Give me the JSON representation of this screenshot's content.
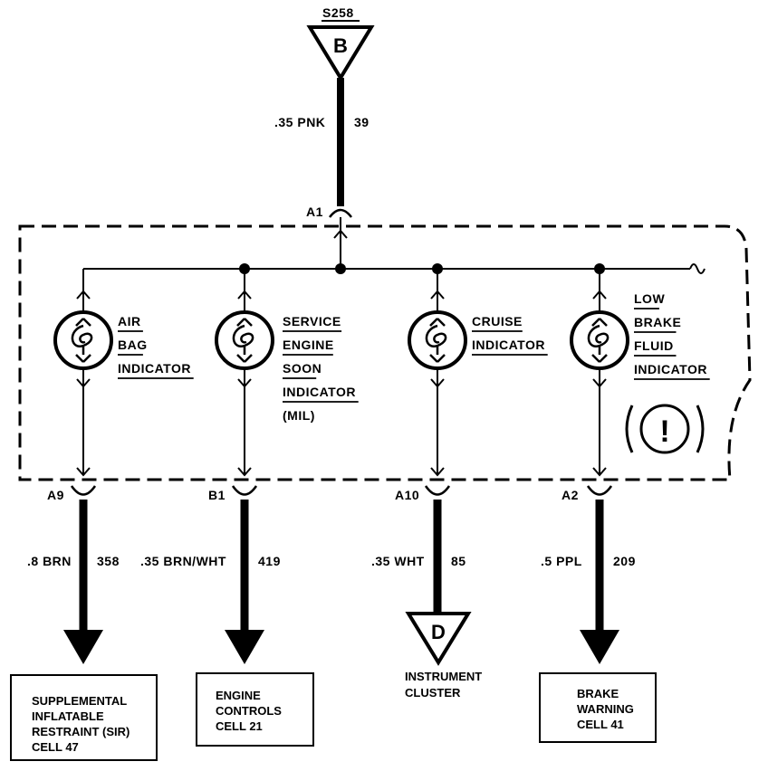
{
  "splice": {
    "id": "S258",
    "letter": "B"
  },
  "feed": {
    "gauge_color": ".35 PNK",
    "circuit": "39",
    "pin": "A1"
  },
  "indicators": [
    {
      "lines": [
        "AIR",
        "BAG",
        "INDICATOR"
      ]
    },
    {
      "lines": [
        "SERVICE",
        "ENGINE",
        "SOON",
        "INDICATOR",
        "(MIL)"
      ]
    },
    {
      "lines": [
        "CRUISE",
        "INDICATOR"
      ]
    },
    {
      "lines": [
        "LOW",
        "BRAKE",
        "FLUID",
        "INDICATOR"
      ]
    }
  ],
  "warning_symbol": "!",
  "outputs": [
    {
      "pin": "A9",
      "gauge_color": ".8 BRN",
      "circuit": "358"
    },
    {
      "pin": "B1",
      "gauge_color": ".35 BRN/WHT",
      "circuit": "419"
    },
    {
      "pin": "A10",
      "gauge_color": ".35 WHT",
      "circuit": "85"
    },
    {
      "pin": "A2",
      "gauge_color": ".5 PPL",
      "circuit": "209"
    }
  ],
  "connector_d": {
    "letter": "D",
    "label_lines": [
      "INSTRUMENT",
      "CLUSTER"
    ]
  },
  "destinations": [
    {
      "lines": [
        "SUPPLEMENTAL",
        "INFLATABLE",
        "RESTRAINT (SIR)",
        "CELL 47"
      ]
    },
    {
      "lines": [
        "ENGINE",
        "CONTROLS",
        "CELL 21"
      ]
    },
    {
      "lines": [
        "BRAKE",
        "WARNING",
        "CELL 41"
      ]
    }
  ]
}
